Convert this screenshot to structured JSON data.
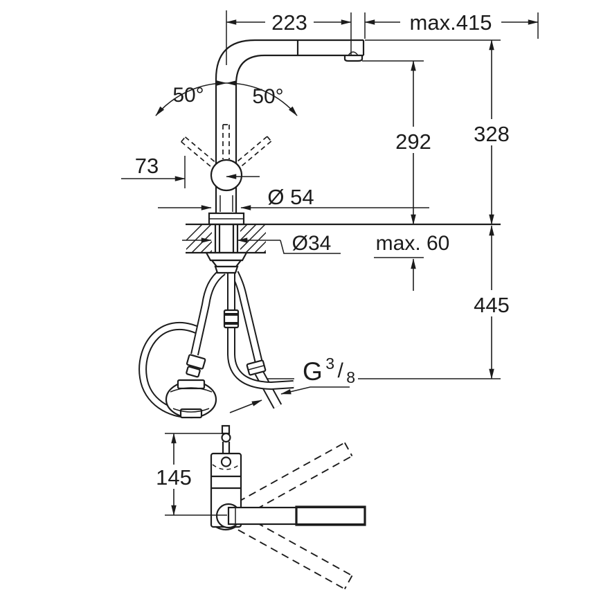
{
  "drawing": {
    "front_view": {
      "dim_spout_reach": "223",
      "dim_max_pullout": "max.415",
      "angle_left": "50°",
      "angle_right": "50°",
      "dim_handle_clearance": "73",
      "dim_spout_height": "292",
      "dim_total_height": "328",
      "dim_body_diameter": "Ø 54",
      "dim_hole_diameter": "Ø34",
      "dim_deck_thickness": "max. 60",
      "dim_below_deck_height": "445",
      "thread_label": {
        "prefix": "G",
        "numerator": "3",
        "slash": "/",
        "denominator": "8"
      }
    },
    "top_view": {
      "dim_head_offset": "145"
    }
  }
}
